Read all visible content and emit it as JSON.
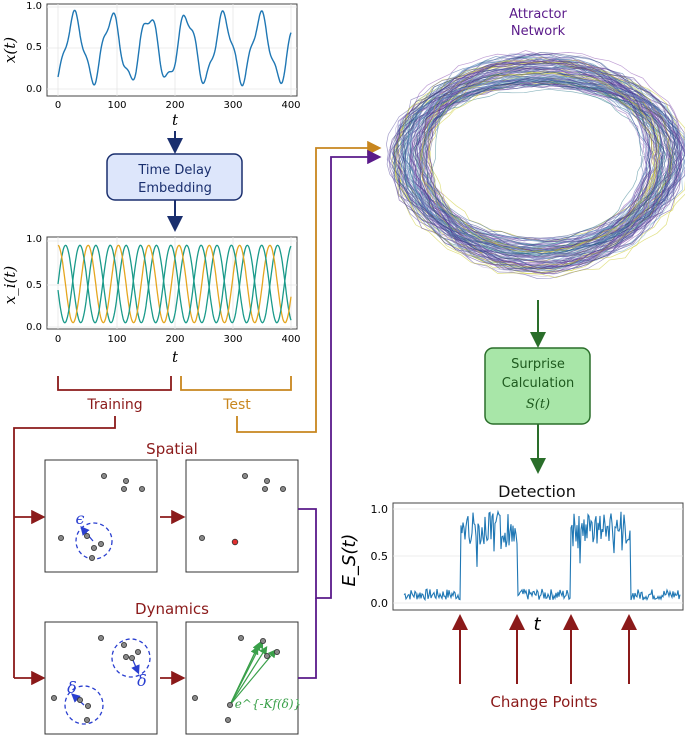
{
  "top_plot": {
    "ylabel": "x(t)",
    "xlabel": "t",
    "yticks": [
      "0.0",
      "0.5",
      "1.0"
    ],
    "xticks": [
      "0",
      "100",
      "200",
      "300",
      "400"
    ]
  },
  "embedding_box": {
    "line1": "Time Delay",
    "line2": "Embedding"
  },
  "mid_plot": {
    "ylabel": "x_i(t)",
    "xlabel": "t",
    "yticks": [
      "0.0",
      "0.5",
      "1.0"
    ],
    "xticks": [
      "0",
      "100",
      "200",
      "300",
      "400"
    ]
  },
  "split": {
    "training": "Training",
    "test": "Test"
  },
  "spatial": {
    "title": "Spatial",
    "epsilon": "ϵ"
  },
  "dynamics": {
    "title": "Dynamics",
    "delta1": "δ",
    "delta2": "δ",
    "formula": "e^{-Kf(δ)}"
  },
  "attractor": {
    "line1": "Attractor",
    "line2": "Network"
  },
  "surprise_box": {
    "line1": "Surprise",
    "line2": "Calculation",
    "line3": "S(t)"
  },
  "detection": {
    "title": "Detection",
    "ylabel": "E_S(t)",
    "xlabel": "t",
    "yticks": [
      "0.0",
      "0.5",
      "1.0"
    ],
    "change_points_label": "Change Points"
  },
  "colors": {
    "dark_red": "#8b1a1a",
    "orange": "#c8861e",
    "purple": "#5a1a8a",
    "dark_green": "#2a6e2a",
    "navy": "#1a2f6e",
    "blue_line": "#1f77b4",
    "teal": "#1a9a8a",
    "gold": "#e5a620",
    "green_box": "#a8e6a8",
    "blue_box": "#dde6fb"
  }
}
